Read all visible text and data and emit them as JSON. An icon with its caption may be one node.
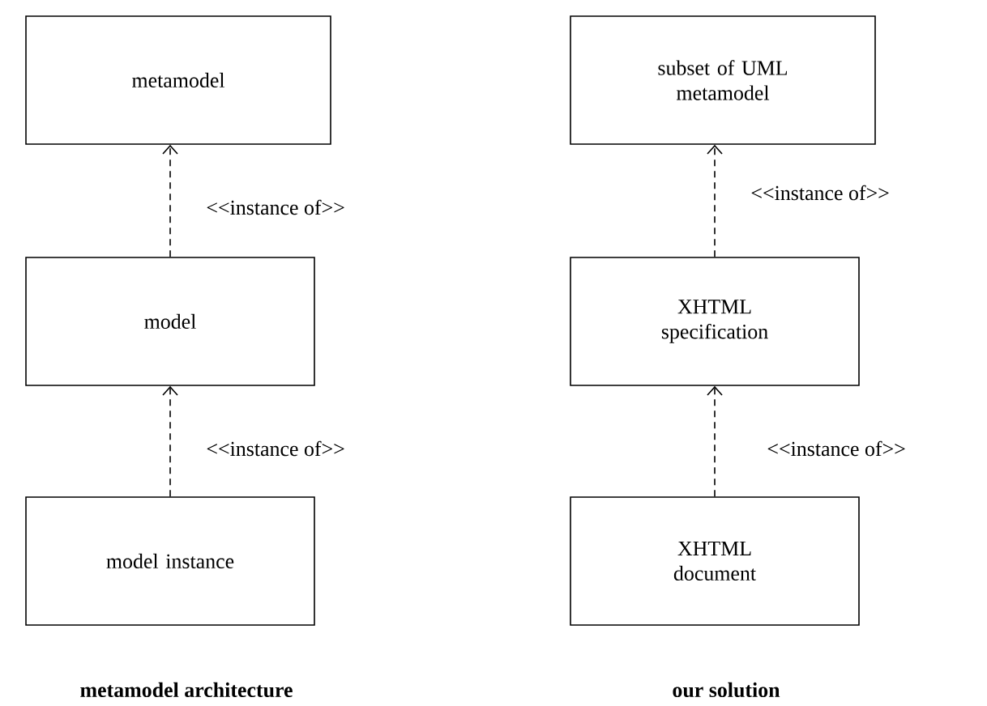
{
  "diagram": {
    "nodes": [
      {
        "text": [
          "metamodel"
        ]
      },
      {
        "text": [
          "model"
        ]
      },
      {
        "text": [
          "model instance"
        ]
      },
      {
        "text": [
          "subset of UML metamodel"
        ]
      },
      {
        "text": [
          "XHTML specification"
        ]
      },
      {
        "text": [
          "XHTML document"
        ]
      }
    ],
    "edges": [
      {
        "from": 1,
        "to": 0,
        "arrow": "to",
        "style": "dashed",
        "label": "<<instance of>>"
      },
      {
        "from": 2,
        "to": 1,
        "arrow": "to",
        "style": "dashed",
        "label": "<<instance of>>"
      },
      {
        "from": 4,
        "to": 3,
        "arrow": "to",
        "style": "dashed",
        "label": "<<instance of>>"
      },
      {
        "from": 5,
        "to": 4,
        "arrow": "to",
        "style": "dashed",
        "label": "<<instance of>>"
      }
    ],
    "labels": [
      "metamodel architecture",
      "our solution"
    ]
  }
}
